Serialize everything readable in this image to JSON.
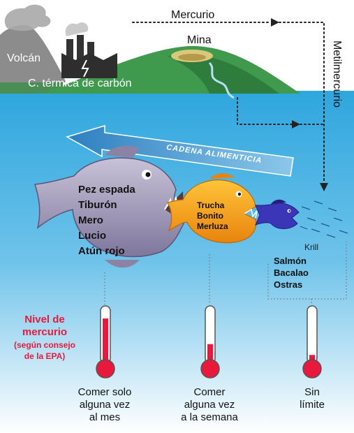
{
  "labels": {
    "mercurio": "Mercurio",
    "volcan": "Volcán",
    "mina": "Mina",
    "termica": "C. térmica de carbón",
    "metilmercurio": "Metilmercurio",
    "cadena": "CADENA ALIMENTICIA",
    "krill": "Krill"
  },
  "fish": {
    "large": [
      "Pez espada",
      "Tiburón",
      "Mero",
      "Lucio",
      "Atún rojo"
    ],
    "medium": [
      "Trucha",
      "Bonito",
      "Merluza"
    ],
    "small": [
      "Salmón",
      "Bacalao",
      "Ostras"
    ]
  },
  "nivel": [
    "Nivel de",
    "mercurio",
    "(según consejo",
    "de la EPA)"
  ],
  "recommendations": [
    {
      "lines": [
        "Comer solo",
        "alguna vez",
        "al mes"
      ],
      "level": 0.82
    },
    {
      "lines": [
        "Comer",
        "alguna vez",
        "a la semana"
      ],
      "level": 0.35
    },
    {
      "lines": [
        "Sin",
        "límite"
      ],
      "level": 0.15
    }
  ],
  "colors": {
    "sea": "#3aaee2",
    "sky": "#ffffff",
    "mercury_red": "#e8193c",
    "large_fish": "#9b93b1",
    "medium_fish": "#f5a11a",
    "small_fish": "#3b36b8",
    "hill": "#3f9a4d"
  }
}
